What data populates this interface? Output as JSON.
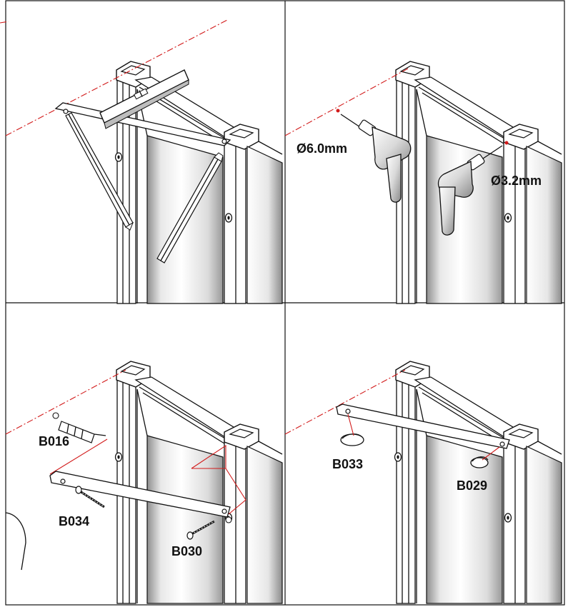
{
  "panels": [
    {
      "id": "step-level-mark",
      "labels": []
    },
    {
      "id": "step-drill",
      "labels": [
        {
          "key": "drill-6",
          "text": "Ø6.0mm"
        },
        {
          "key": "drill-3",
          "text": "Ø3.2mm"
        }
      ]
    },
    {
      "id": "step-fix-bracket",
      "labels": [
        {
          "key": "b016",
          "text": "B016"
        },
        {
          "key": "b034",
          "text": "B034"
        },
        {
          "key": "b030",
          "text": "B030"
        }
      ]
    },
    {
      "id": "step-caps",
      "labels": [
        {
          "key": "b033",
          "text": "B033"
        },
        {
          "key": "b029",
          "text": "B029"
        }
      ]
    }
  ],
  "colors": {
    "line": "#111111",
    "mark": "#d21b1b",
    "glass_light": "#ffffff",
    "glass_dark": "#9a9a9a"
  }
}
